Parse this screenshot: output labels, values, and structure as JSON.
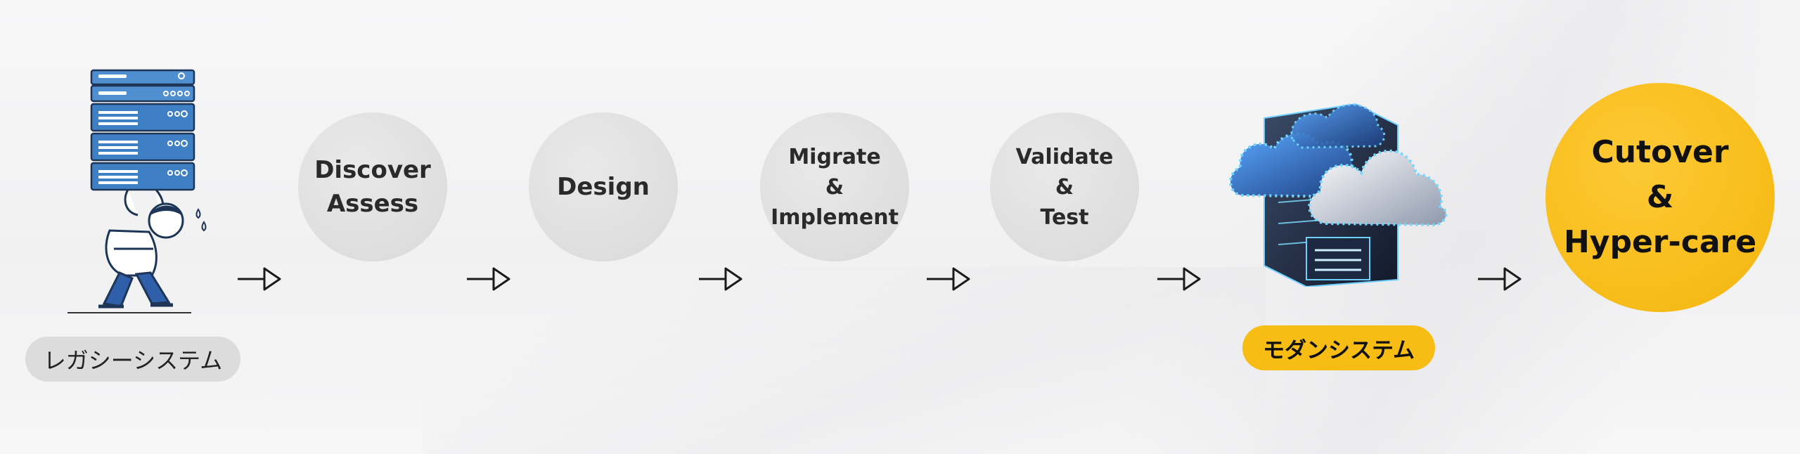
{
  "diagram": {
    "legacy_label": "レガシーシステム",
    "steps": [
      {
        "lines": [
          "Discover",
          "Assess"
        ]
      },
      {
        "lines": [
          "Design"
        ]
      },
      {
        "lines": [
          "Migrate",
          "&",
          "Implement"
        ]
      },
      {
        "lines": [
          "Validate",
          "&",
          "Test"
        ]
      }
    ],
    "modern_label": "モダンシステム",
    "final_step": {
      "lines": [
        "Cutover",
        "&",
        "Hyper-care"
      ]
    }
  },
  "colors": {
    "accent_yellow": "#F8BD14",
    "step_gray": "#DEDEDE",
    "legacy_pill": "#DCDCDC",
    "server_blue": "#3F7FC4"
  },
  "icons": [
    "legacy-server-person-icon",
    "arrow-right-icon",
    "cloud-server-icon"
  ]
}
